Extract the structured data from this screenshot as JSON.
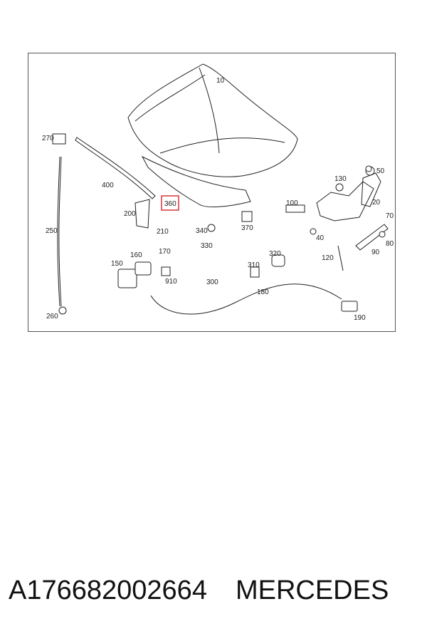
{
  "diagram": {
    "highlight_color": "#d9333a",
    "highlighted_part": "360",
    "parts": [
      "10",
      "20",
      "40",
      "50",
      "70",
      "80",
      "90",
      "100",
      "120",
      "130",
      "150",
      "160",
      "170",
      "180",
      "190",
      "200",
      "210",
      "250",
      "260",
      "270",
      "300",
      "310",
      "320",
      "330",
      "340",
      "360",
      "370",
      "400",
      "910"
    ]
  },
  "footer": {
    "part_number": "A176682002664",
    "brand": "MERCEDES"
  }
}
